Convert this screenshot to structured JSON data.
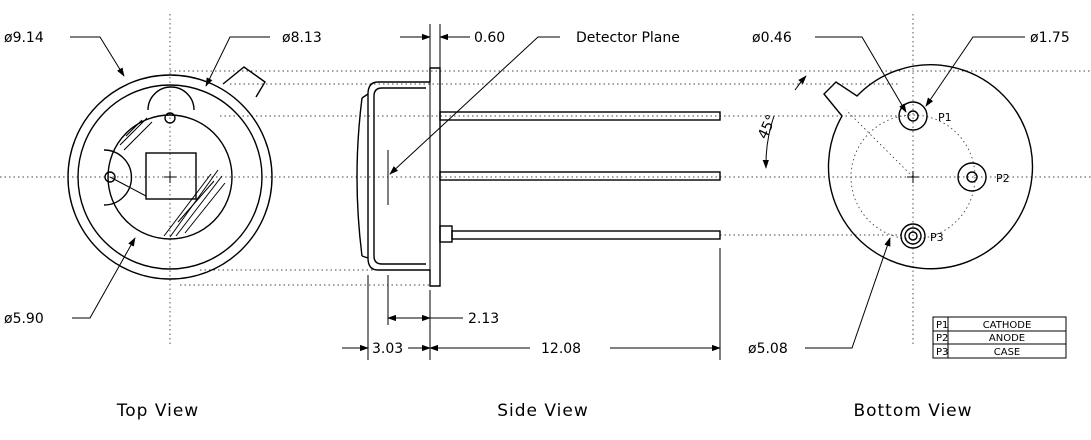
{
  "views": {
    "top": "Top View",
    "side": "Side View",
    "bottom": "Bottom View"
  },
  "dimensions": {
    "top_outer_dia": "ø9.14",
    "top_inner_dia": "ø8.13",
    "window_dia": "ø5.90",
    "flange_thickness": "0.60",
    "detector_plane": "Detector Plane",
    "detector_depth": "2.13",
    "can_depth": "3.03",
    "lead_length": "12.08",
    "lead_dia": "ø0.46",
    "pad_dia": "ø1.75",
    "bolt_circle_dia": "ø5.08",
    "angle": "45°"
  },
  "pins": [
    {
      "id": "P1",
      "function": "CATHODE"
    },
    {
      "id": "P2",
      "function": "ANODE"
    },
    {
      "id": "P3",
      "function": "CASE"
    }
  ],
  "colors": {
    "ink": "#000000",
    "background": "#ffffff"
  }
}
